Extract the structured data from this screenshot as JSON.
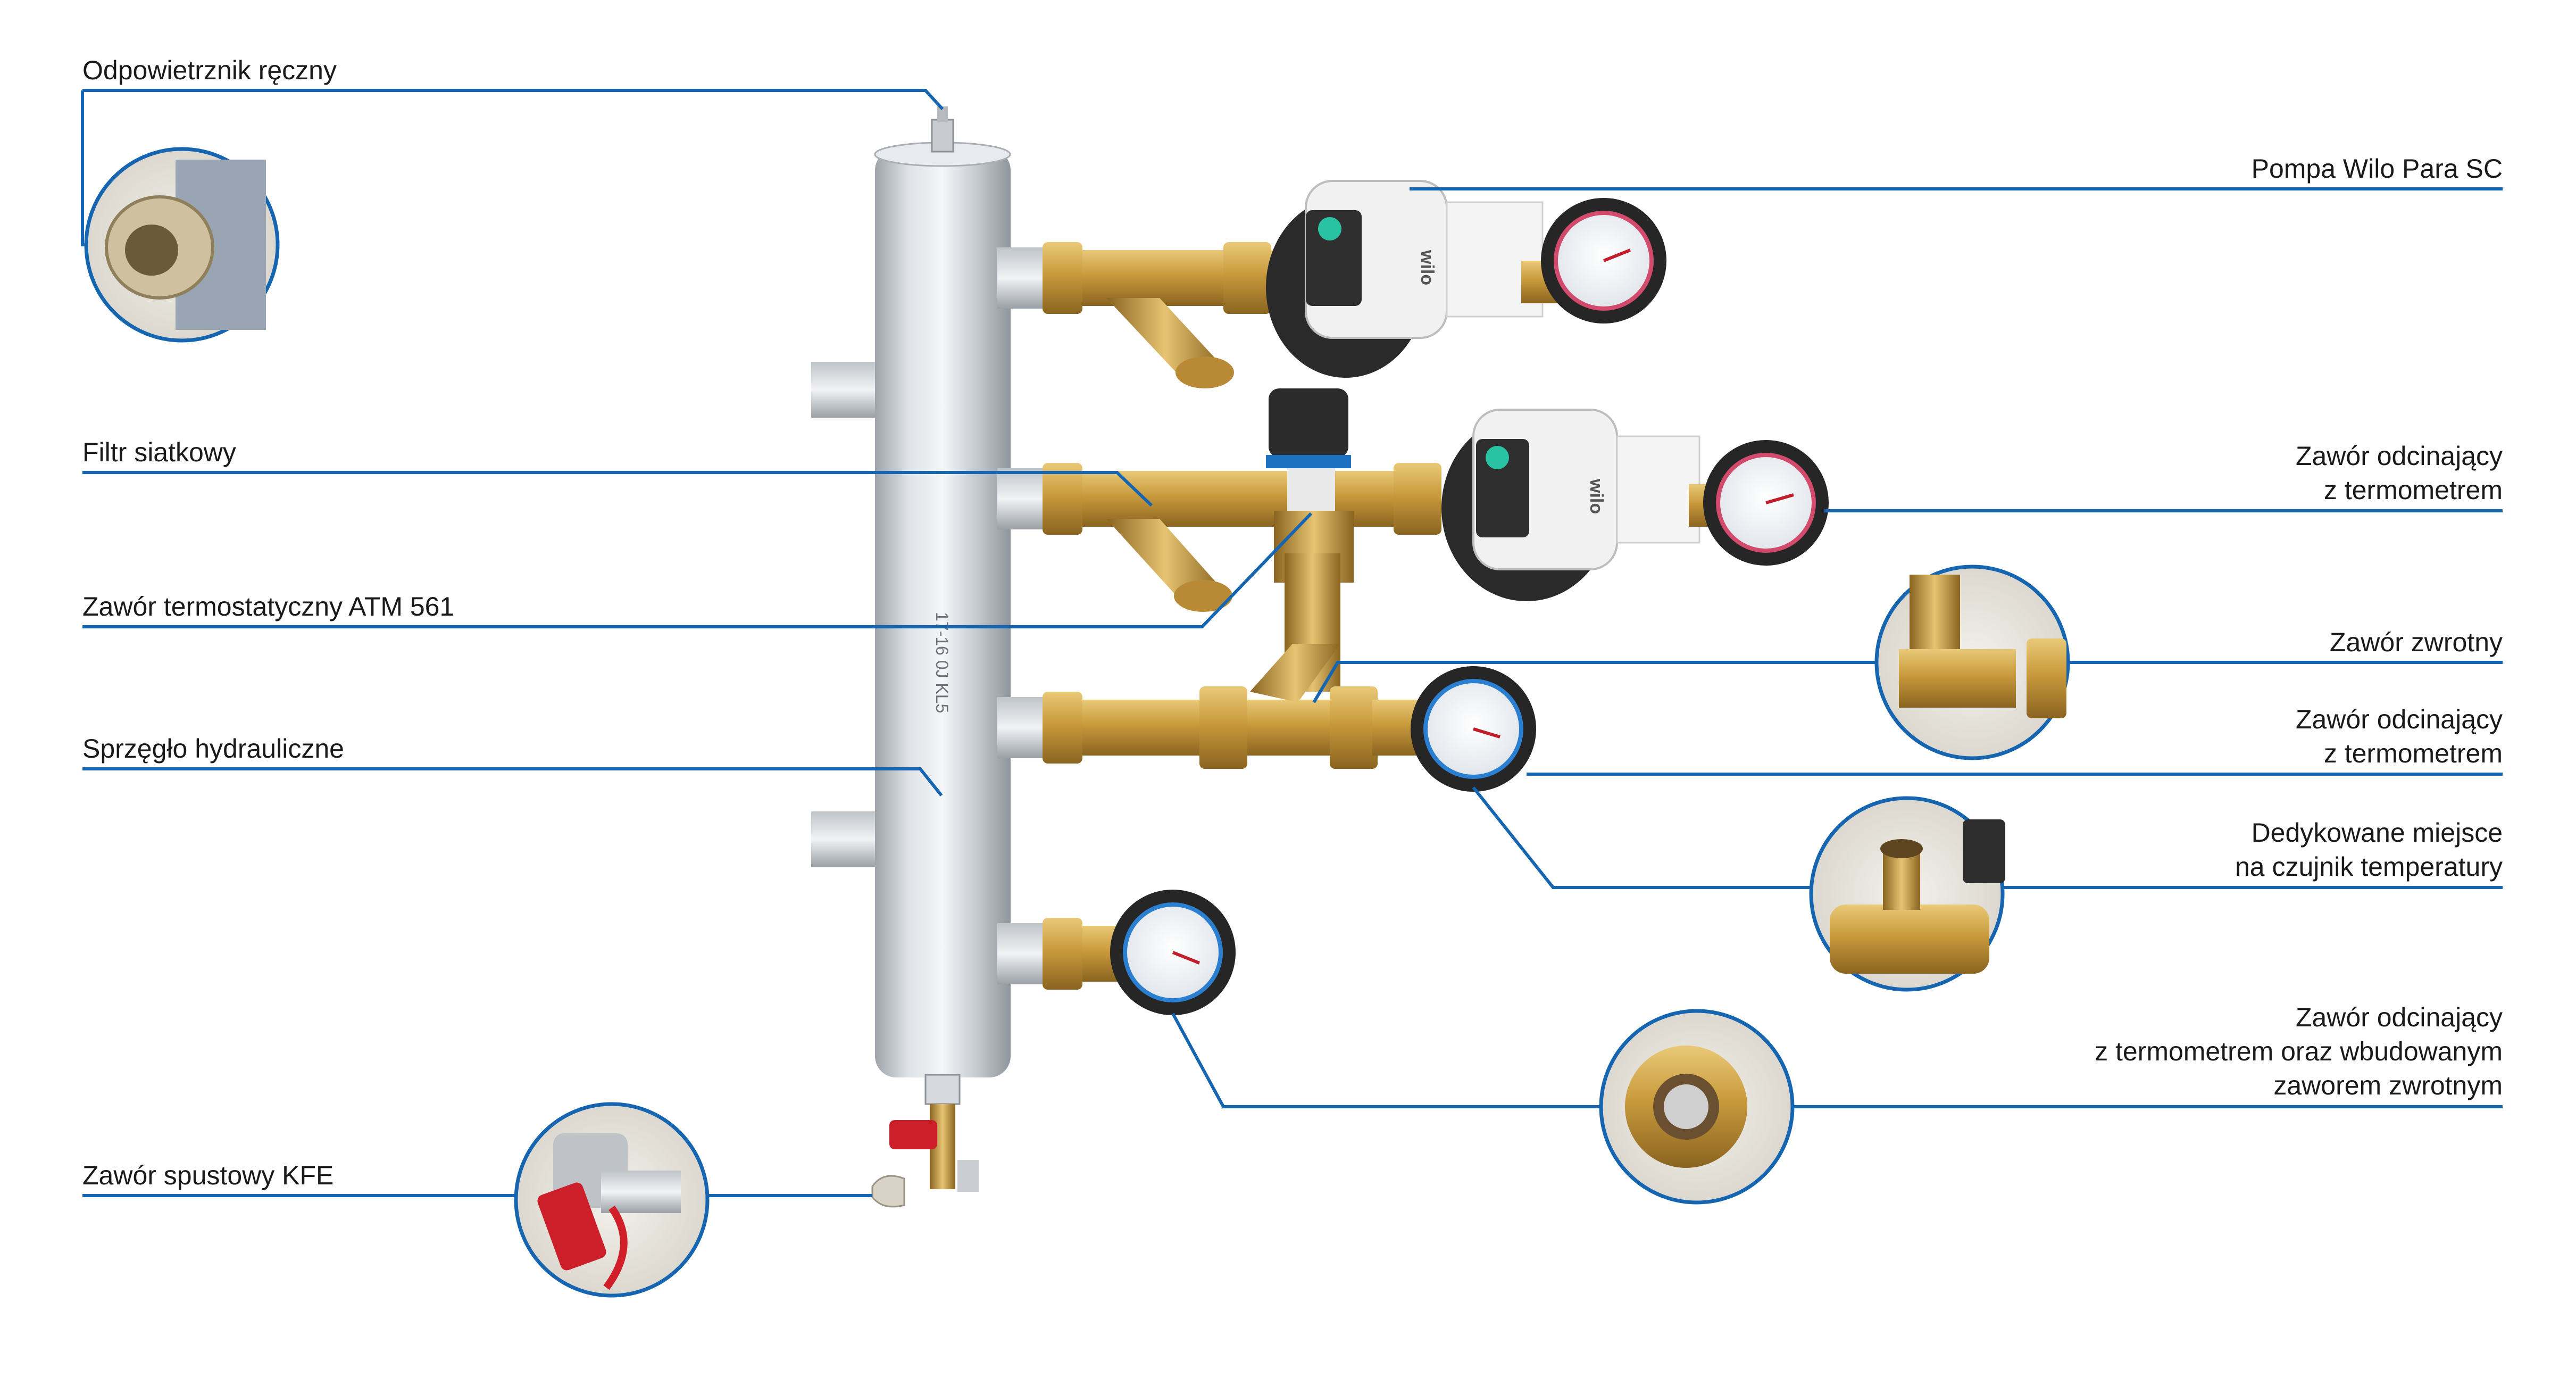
{
  "colors": {
    "leader": "#1565b0",
    "header_steel": "#c9cdd3",
    "brass": "#c9a24a",
    "gauge_handle": "#2b2b2b",
    "pump_body": "#eeeeee"
  },
  "labels_left": {
    "odpowietrznik": "Odpowietrznik ręczny",
    "filtr": "Filtr siatkowy",
    "zawor_termostatyczny": "Zawór termostatyczny ATM 561",
    "sprzeglo": "Sprzęgło hydrauliczne",
    "zawor_spustowy": "Zawór spustowy KFE"
  },
  "labels_right": {
    "pompa": "Pompa Wilo Para SC",
    "odcinajacy_1": [
      "Zawór odcinający",
      "z termometrem"
    ],
    "zwrotny": "Zawór zwrotny",
    "odcinajacy_2": [
      "Zawór odcinający",
      "z termometrem"
    ],
    "czujnik": [
      "Dedykowane miejsce",
      "na czujnik temperatury"
    ],
    "odcinajacy_3": [
      "Zawór odcinający",
      "z termometrem oraz wbudowanym",
      "zaworem zwrotnym"
    ]
  },
  "pump_brand": "wilo",
  "header_marking": "17-16 0J KL5"
}
